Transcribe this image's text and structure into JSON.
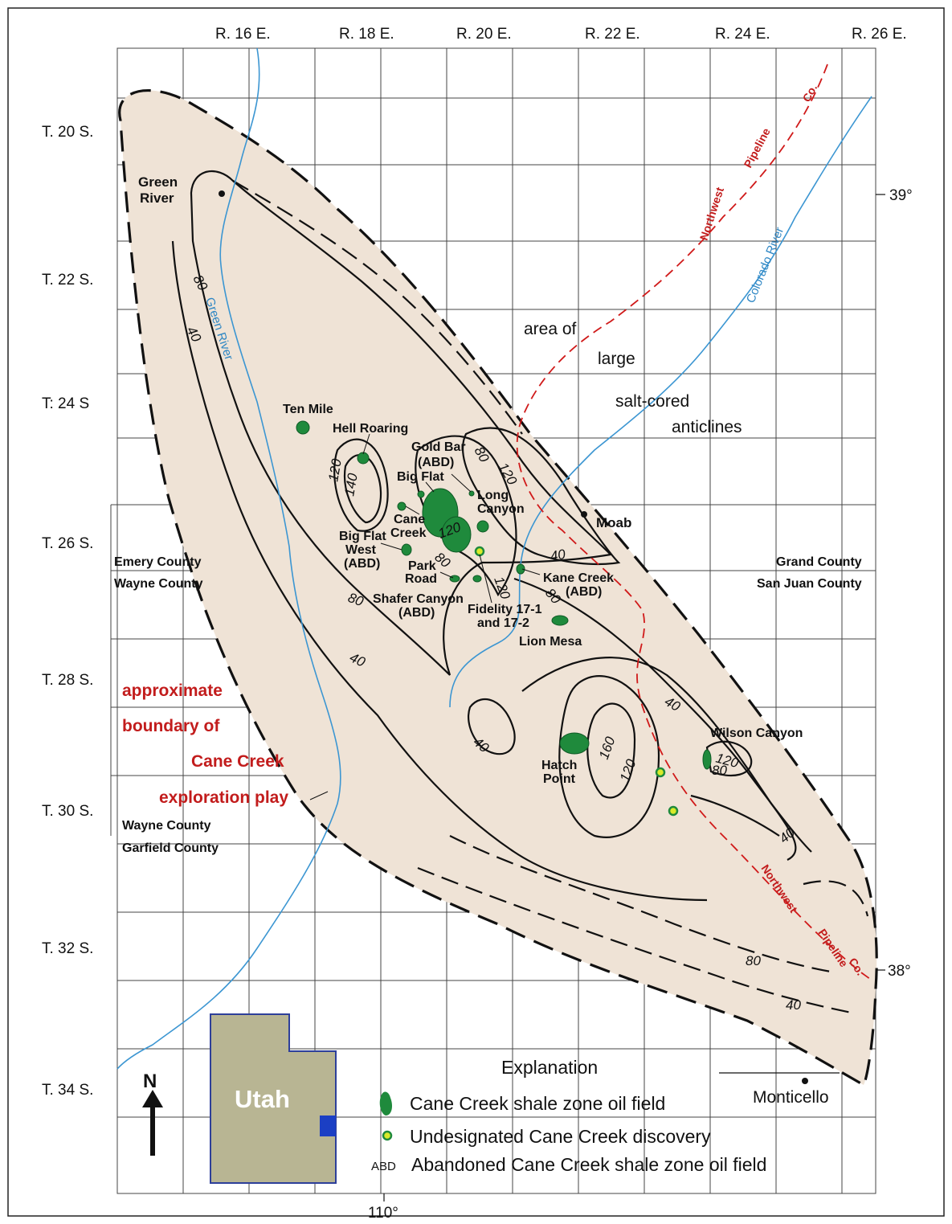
{
  "ranges": [
    "R. 16 E.",
    "R. 18 E.",
    "R. 20 E.",
    "R. 22 E.",
    "R. 24 E.",
    "R. 26 E."
  ],
  "townships": [
    "T. 20 S.",
    "T. 22 S.",
    "T: 24 S",
    "T. 26 S.",
    "T. 28 S.",
    "T. 30 S.",
    "T. 32 S.",
    "T. 34 S."
  ],
  "latitudes": [
    "39°",
    "38°"
  ],
  "longitude": "110°",
  "towns": {
    "green_river": "Green\nRiver",
    "moab": "Moab",
    "monticello": "Monticello"
  },
  "counties": {
    "emery": "Emery County",
    "wayne_north": "Wayne County",
    "grand": "Grand County",
    "san_juan": "San Juan County",
    "wayne_south": "Wayne County",
    "garfield": "Garfield County"
  },
  "rivers": {
    "green": "Green River",
    "colorado": "Colorado River"
  },
  "pipeline": {
    "north_1": "Northwest",
    "north_2": "Pipeline",
    "north_3": "Co.",
    "south_1": "Northwest",
    "south_2": "Pipeline",
    "south_3": "Co."
  },
  "anticline_note": [
    "area of",
    "large",
    "salt-cored",
    "anticlines"
  ],
  "play_note": [
    "approximate",
    "boundary of",
    "Cane Creek",
    "exploration play"
  ],
  "fields": {
    "ten_mile": "Ten Mile",
    "hell_roaring": "Hell Roaring",
    "gold_bar": [
      "Gold Bar",
      "(ABD)"
    ],
    "big_flat": "Big Flat",
    "long_canyon": [
      "Long",
      "Canyon"
    ],
    "cane_creek": [
      "Cane",
      "Creek"
    ],
    "big_flat_west": [
      "Big Flat",
      "West",
      "(ABD)"
    ],
    "park_road": [
      "Park",
      "Road"
    ],
    "shafer_canyon": [
      "Shafer Canyon",
      "(ABD)"
    ],
    "fidelity": [
      "Fidelity 17-1",
      "and 17-2"
    ],
    "kane_creek": [
      "Kane Creek",
      "(ABD)"
    ],
    "lion_mesa": "Lion Mesa",
    "hatch_point": [
      "Hatch",
      "Point"
    ],
    "wilson_canyon": "Wilson Canyon"
  },
  "contours": {
    "c80": "80",
    "c40": "40",
    "c120": "120",
    "c140": "140",
    "c160": "160"
  },
  "inset": {
    "state": "Utah",
    "north": "N"
  },
  "legend": {
    "title": "Explanation",
    "oil_field": "Cane Creek shale zone oil field",
    "discovery": "Undesignated Cane Creek discovery",
    "abd_code": "ABD",
    "abandoned": "Abandoned Cane Creek shale zone oil field"
  },
  "colors": {
    "play_fill": "#efe3d6",
    "oil_field": "#1f8a3c",
    "river": "#3c96d2",
    "pipeline": "#d01a1a",
    "inset_state": "#b8b593"
  }
}
